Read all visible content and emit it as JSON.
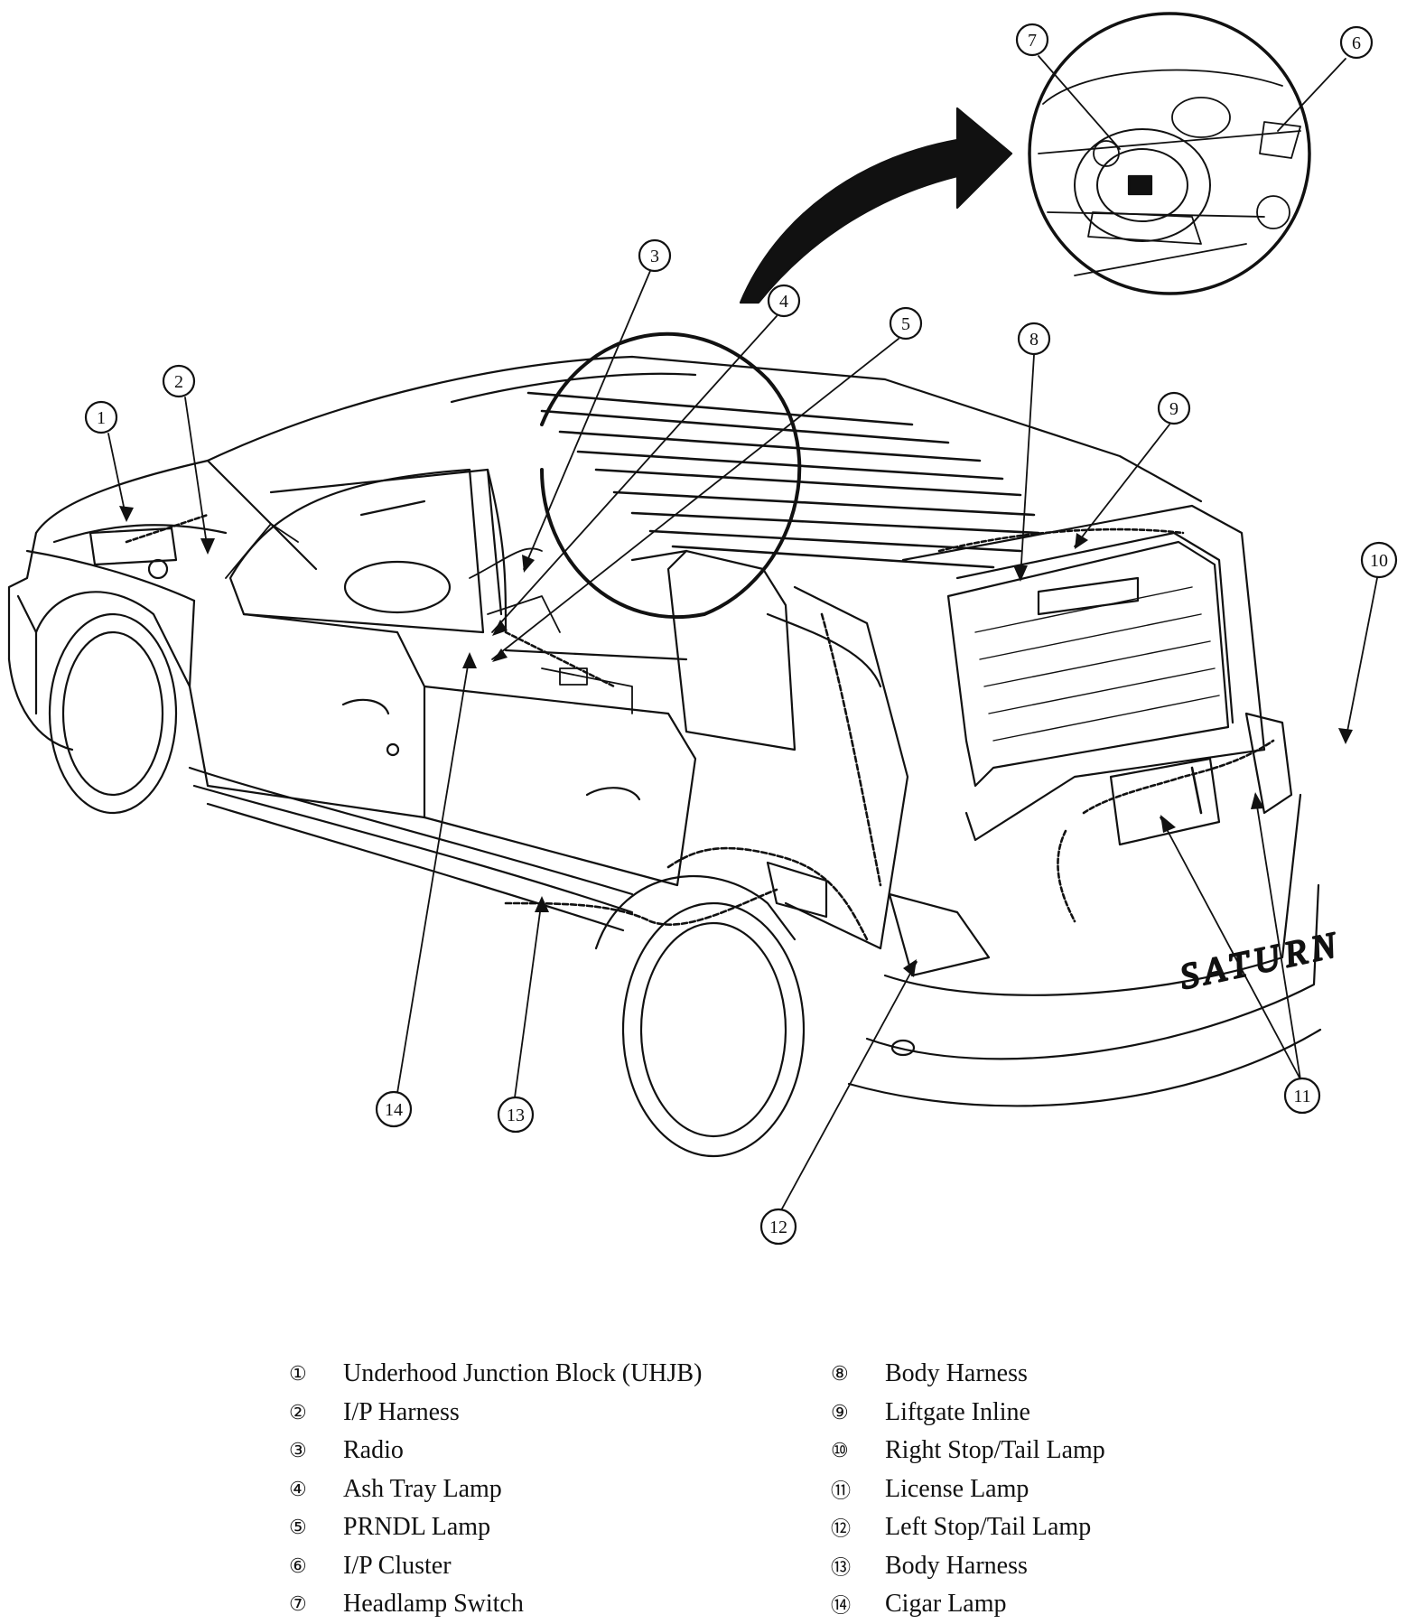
{
  "callouts": [
    {
      "id": "1"
    },
    {
      "id": "2"
    },
    {
      "id": "3"
    },
    {
      "id": "4"
    },
    {
      "id": "5"
    },
    {
      "id": "6"
    },
    {
      "id": "7"
    },
    {
      "id": "8"
    },
    {
      "id": "9"
    },
    {
      "id": "10"
    },
    {
      "id": "11"
    },
    {
      "id": "12"
    },
    {
      "id": "13"
    },
    {
      "id": "14"
    }
  ],
  "vehicle_badge": "SATURN",
  "legend": {
    "left": [
      {
        "num": "①",
        "label": "Underhood Junction Block (UHJB)"
      },
      {
        "num": "②",
        "label": "I/P Harness"
      },
      {
        "num": "③",
        "label": "Radio"
      },
      {
        "num": "④",
        "label": "Ash Tray Lamp"
      },
      {
        "num": "⑤",
        "label": "PRNDL Lamp"
      },
      {
        "num": "⑥",
        "label": "I/P Cluster"
      },
      {
        "num": "⑦",
        "label": "Headlamp Switch"
      }
    ],
    "right": [
      {
        "num": "⑧",
        "label": "Body Harness"
      },
      {
        "num": "⑨",
        "label": "Liftgate Inline"
      },
      {
        "num": "⑩",
        "label": "Right Stop/Tail Lamp"
      },
      {
        "num": "⑪",
        "label": "License Lamp"
      },
      {
        "num": "⑫",
        "label": "Left Stop/Tail Lamp"
      },
      {
        "num": "⑬",
        "label": "Body Harness"
      },
      {
        "num": "⑭",
        "label": "Cigar Lamp"
      }
    ]
  }
}
